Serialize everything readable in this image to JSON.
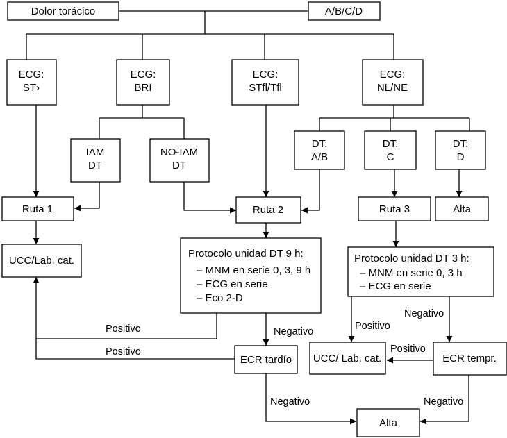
{
  "nodes": {
    "dolor_toracico": "Dolor torácico",
    "abcd": "A/B/C/D",
    "ecg_st": [
      "ECG:",
      "ST›"
    ],
    "ecg_bri": [
      "ECG:",
      "BRI"
    ],
    "ecg_stfl": [
      "ECG:",
      "STfl/Tfl"
    ],
    "ecg_nl": [
      "ECG:",
      "NL/NE"
    ],
    "iam_dt": [
      "IAM",
      "DT"
    ],
    "noiam_dt": [
      "NO-IAM",
      "DT"
    ],
    "dt_ab": [
      "DT:",
      "A/B"
    ],
    "dt_c": [
      "DT:",
      "C"
    ],
    "dt_d": [
      "DT:",
      "D"
    ],
    "ruta1": "Ruta 1",
    "ruta2": "Ruta 2",
    "ruta3": "Ruta 3",
    "alta_top": "Alta",
    "ucc_left": "UCC/Lab. cat.",
    "protocolo9": {
      "title": "Protocolo unidad DT 9 h:",
      "items": [
        "– MNM en serie 0, 3, 9 h",
        "– ECG en serie",
        "– Eco 2-D"
      ]
    },
    "protocolo3": {
      "title": "Protocolo unidad DT 3 h:",
      "items": [
        "– MNM en serie 0, 3 h",
        "– ECG en serie"
      ]
    },
    "ecr_tardio": "ECR tardío",
    "ucc_mid": "UCC/ Lab. cat.",
    "ecr_tempr": "ECR tempr.",
    "alta_bottom": "Alta"
  },
  "edge_labels": {
    "positivo_1": "Positivo",
    "positivo_2": "Positivo",
    "negativo_9h": "Negativo",
    "positivo_3h": "Positivo",
    "negativo_3h": "Negativo",
    "positivo_tempr": "Positivo",
    "negativo_tardio": "Negativo",
    "negativo_tempr": "Negativo"
  }
}
